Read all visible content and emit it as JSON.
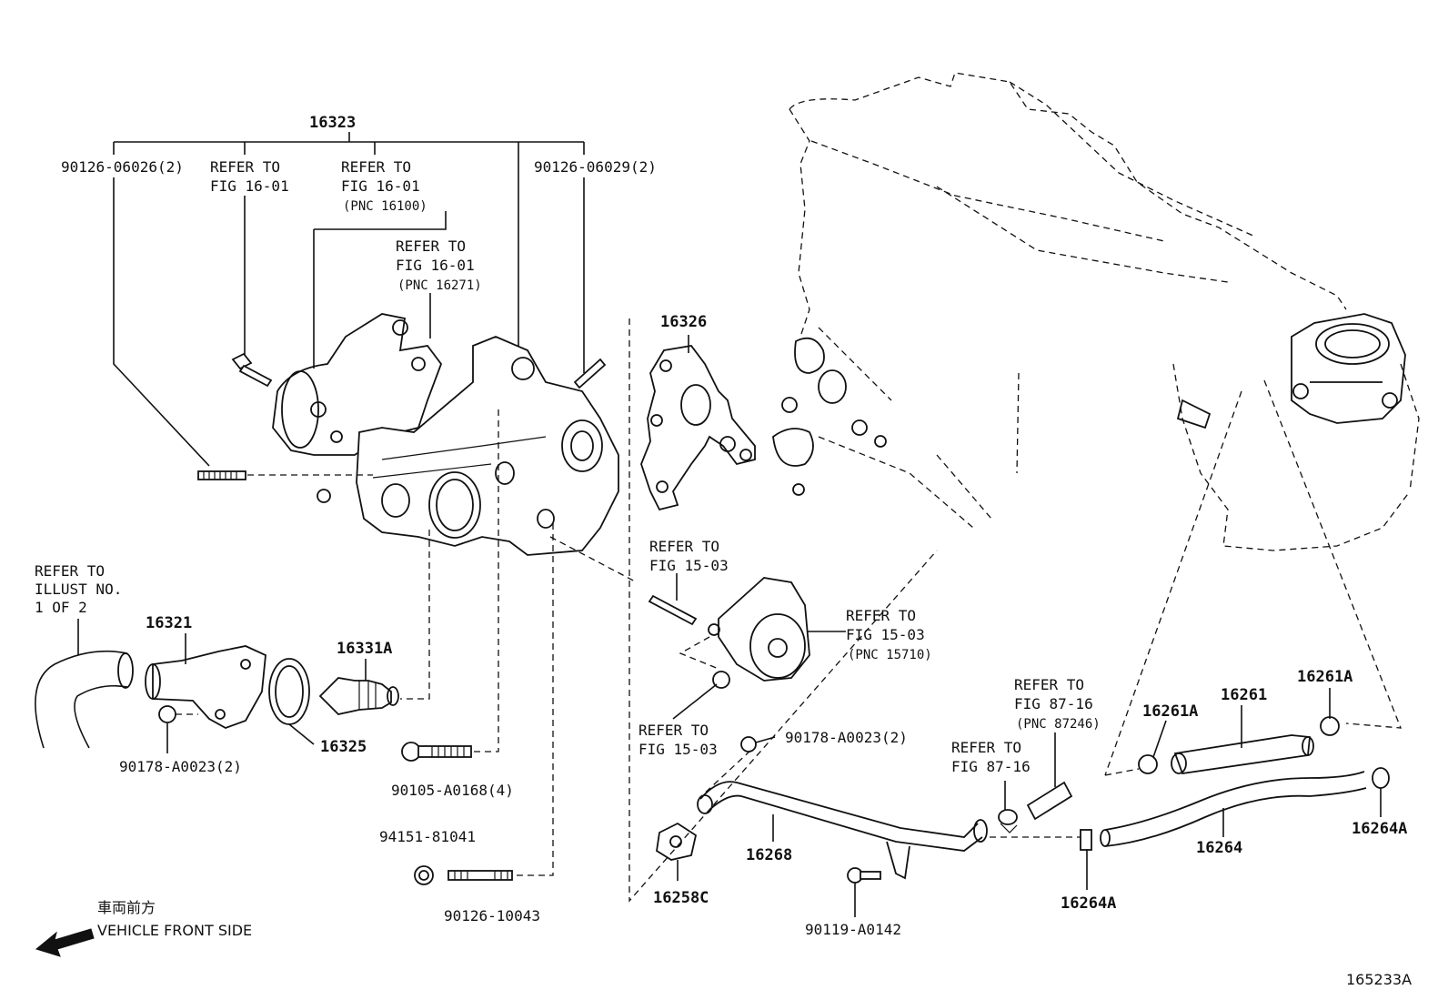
{
  "parts": {
    "p16323": "16323",
    "p90126_06026": "90126-06026(2)",
    "p90126_06029": "90126-06029(2)",
    "p16326": "16326",
    "p16321": "16321",
    "p16331A": "16331A",
    "p16325": "16325",
    "p90178_a": "90178-A0023(2)",
    "p90178_b": "90178-A0023(2)",
    "p90105": "90105-A0168(4)",
    "p94151": "94151-81041",
    "p90126_10043": "90126-10043",
    "p16268": "16268",
    "p16258C": "16258C",
    "p90119": "90119-A0142",
    "p16261": "16261",
    "p16261A_left": "16261A",
    "p16261A_right": "16261A",
    "p16264": "16264",
    "p16264A_right": "16264A",
    "p16264A_bottom": "16264A"
  },
  "refs": {
    "r1": [
      "REFER TO",
      "FIG 16-01"
    ],
    "r2": [
      "REFER TO",
      "FIG 16-01",
      "(PNC 16100)"
    ],
    "r3": [
      "REFER TO",
      "FIG 16-01",
      "(PNC 16271)"
    ],
    "r4": [
      "REFER TO",
      "ILLUST NO.",
      "1 OF 2"
    ],
    "r5": [
      "REFER TO",
      "FIG 15-03"
    ],
    "r6": [
      "REFER TO",
      "FIG 15-03",
      "(PNC 15710)"
    ],
    "r7": [
      "REFER TO",
      "FIG 15-03"
    ],
    "r8": [
      "REFER TO",
      "FIG 87-16",
      "(PNC 87246)"
    ],
    "r9": [
      "REFER TO",
      "FIG 87-16"
    ]
  },
  "front_label_jp": "車両前方",
  "front_label_en": "VEHICLE FRONT SIDE",
  "illustration_number": "165233A"
}
